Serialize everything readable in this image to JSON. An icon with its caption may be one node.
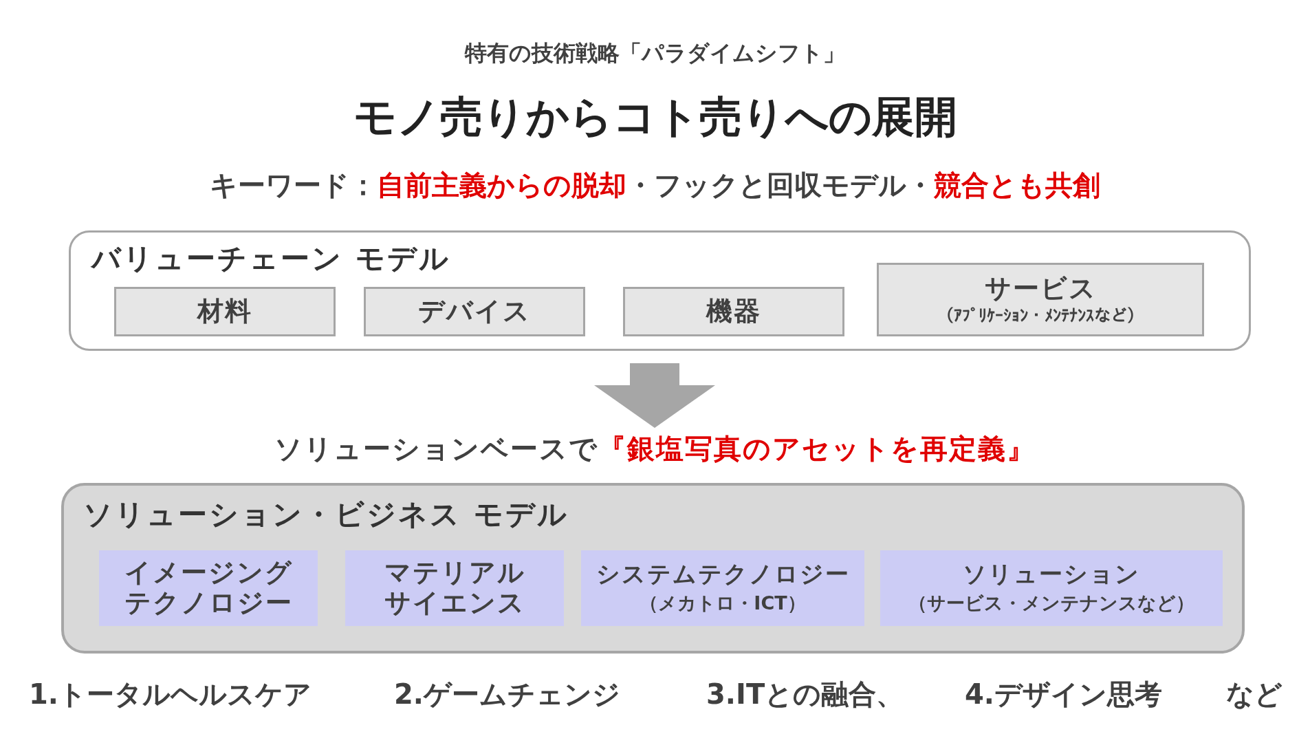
{
  "diagram": {
    "title": "モノ売りからコト売りへの展開",
    "nodes": [
      {
        "text": [
          "バリューチェーン モデル"
        ]
      },
      {
        "text": [
          "材料"
        ],
        "in": 0
      },
      {
        "text": [
          "デバイス"
        ],
        "in": 0
      },
      {
        "text": [
          "機器"
        ],
        "in": 0
      },
      {
        "text": [
          "サービス",
          "（ｱﾌﾟﾘｹｰｼｮﾝ・ﾒﾝﾃﾅﾝｽなど）"
        ],
        "in": 0
      },
      {
        "text": [
          "ソリューションベースで",
          "『銀塩写真のアセットを再定義』"
        ]
      },
      {
        "text": [
          "ソリューション・ビジネス モデル"
        ]
      },
      {
        "text": [
          "イメージングテクノロジー"
        ],
        "in": 6
      },
      {
        "text": [
          "マテリアルサイエンス"
        ],
        "in": 6
      },
      {
        "text": [
          "システムテクノロジー",
          "（メカトロ・ICT）"
        ],
        "in": 6
      },
      {
        "text": [
          "ソリューション",
          "（サービス・メンテナンスなど）"
        ],
        "in": 6
      }
    ],
    "edges": [
      {
        "from": 0,
        "to": 5,
        "arrow": "to"
      }
    ],
    "labels": [
      "特有の技術戦略「パラダイムシフト」",
      "キーワード：",
      "自前主義からの脱却",
      "・フックと回収モデル・",
      "競合とも共創",
      "1.トータルヘルスケア",
      "2.ゲームチェンジ",
      "3.ITとの融合、",
      "4.デザイン思考",
      "など"
    ]
  }
}
